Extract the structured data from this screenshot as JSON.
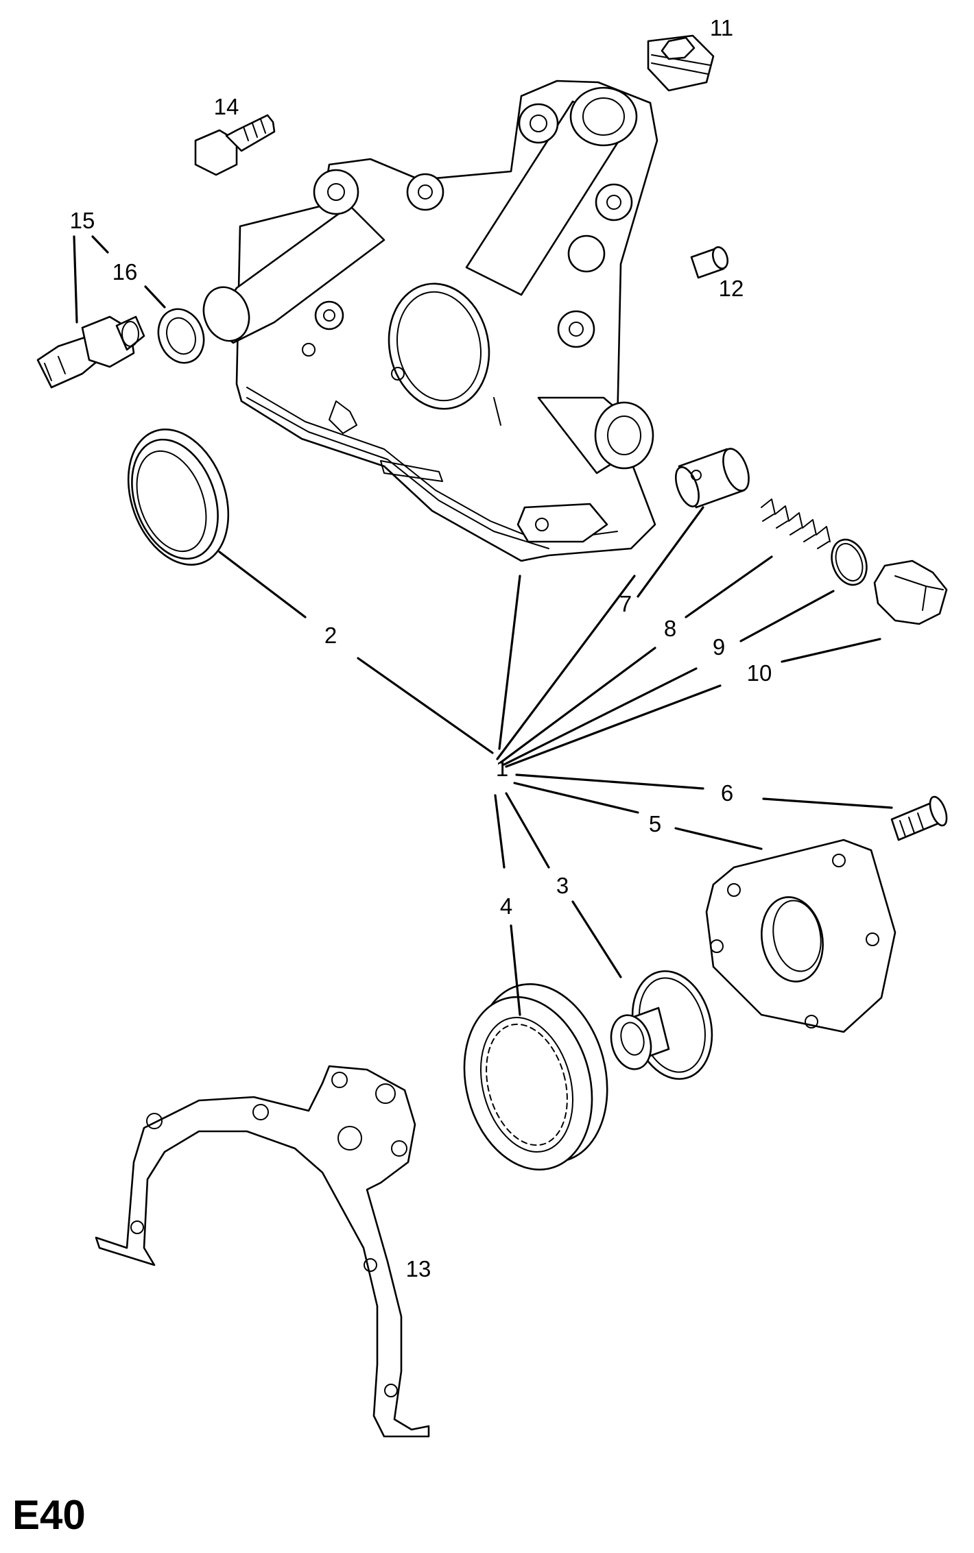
{
  "diagram": {
    "code": "E40",
    "callouts": [
      "1",
      "2",
      "3",
      "4",
      "5",
      "6",
      "7",
      "8",
      "9",
      "10",
      "11",
      "12",
      "13",
      "14",
      "15",
      "16"
    ]
  }
}
